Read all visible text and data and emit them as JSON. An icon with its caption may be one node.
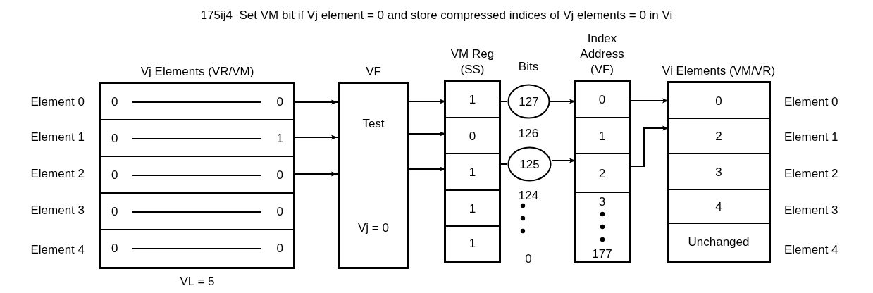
{
  "diagram": {
    "title": "175ij4  Set VM bit if Vj element = 0 and store compressed indices of Vj elements = 0 in Vi",
    "nodes": [
      {
        "text": [
          "Vj Elements (VR/VM)"
        ],
        "beside": [
          "VL = 5"
        ]
      },
      {
        "text": [
          "0",
          "0"
        ],
        "in": 0,
        "beside": [
          "Element 0"
        ]
      },
      {
        "text": [
          "0",
          "1"
        ],
        "in": 0,
        "beside": [
          "Element 1"
        ]
      },
      {
        "text": [
          "0",
          "0"
        ],
        "in": 0,
        "beside": [
          "Element 2"
        ]
      },
      {
        "text": [
          "0",
          "0"
        ],
        "in": 0,
        "beside": [
          "Element 3"
        ]
      },
      {
        "text": [
          "0",
          "0"
        ],
        "in": 0,
        "beside": [
          "Element 4"
        ]
      },
      {
        "text": [
          "VF",
          "Test",
          "Vj = 0"
        ]
      },
      {
        "text": [
          "VM Reg (SS)"
        ]
      },
      {
        "text": [
          "1"
        ],
        "in": 7
      },
      {
        "text": [
          "0"
        ],
        "in": 7
      },
      {
        "text": [
          "1"
        ],
        "in": 7
      },
      {
        "text": [
          "1"
        ],
        "in": 7
      },
      {
        "text": [
          "1"
        ],
        "in": 7
      },
      {
        "text": [
          "127"
        ]
      },
      {
        "text": [
          "125"
        ]
      },
      {
        "text": [
          "Index Address (VF)"
        ]
      },
      {
        "text": [
          "0"
        ],
        "in": 15
      },
      {
        "text": [
          "1"
        ],
        "in": 15
      },
      {
        "text": [
          "2"
        ],
        "in": 15
      },
      {
        "text": [
          "3",
          "177"
        ],
        "in": 15
      },
      {
        "text": [
          "Vi Elements (VM/VR)"
        ]
      },
      {
        "text": [
          "0"
        ],
        "in": 20,
        "beside": [
          "Element 0"
        ]
      },
      {
        "text": [
          "2"
        ],
        "in": 20,
        "beside": [
          "Element 1"
        ]
      },
      {
        "text": [
          "3"
        ],
        "in": 20,
        "beside": [
          "Element 2"
        ]
      },
      {
        "text": [
          "4"
        ],
        "in": 20,
        "beside": [
          "Element 3"
        ]
      },
      {
        "text": [
          "Unchanged"
        ],
        "in": 20,
        "beside": [
          "Element 4"
        ]
      }
    ],
    "edges": [
      {
        "from": 1,
        "to": 6,
        "arrow": "to"
      },
      {
        "from": 2,
        "to": 6,
        "arrow": "to"
      },
      {
        "from": 3,
        "to": 6,
        "arrow": "to"
      },
      {
        "from": 6,
        "to": 8,
        "arrow": "to"
      },
      {
        "from": 6,
        "to": 9,
        "arrow": "to"
      },
      {
        "from": 6,
        "to": 10,
        "arrow": "to"
      },
      {
        "from": 8,
        "to": 13,
        "arrow": "none"
      },
      {
        "from": 13,
        "to": 16,
        "arrow": "to"
      },
      {
        "from": 10,
        "to": 14,
        "arrow": "none"
      },
      {
        "from": 14,
        "to": 18,
        "arrow": "to"
      },
      {
        "from": 16,
        "to": 21,
        "arrow": "to"
      },
      {
        "from": 18,
        "to": 22,
        "arrow": "to"
      }
    ],
    "labels": [
      "Bits",
      "126",
      "124",
      "0"
    ]
  }
}
